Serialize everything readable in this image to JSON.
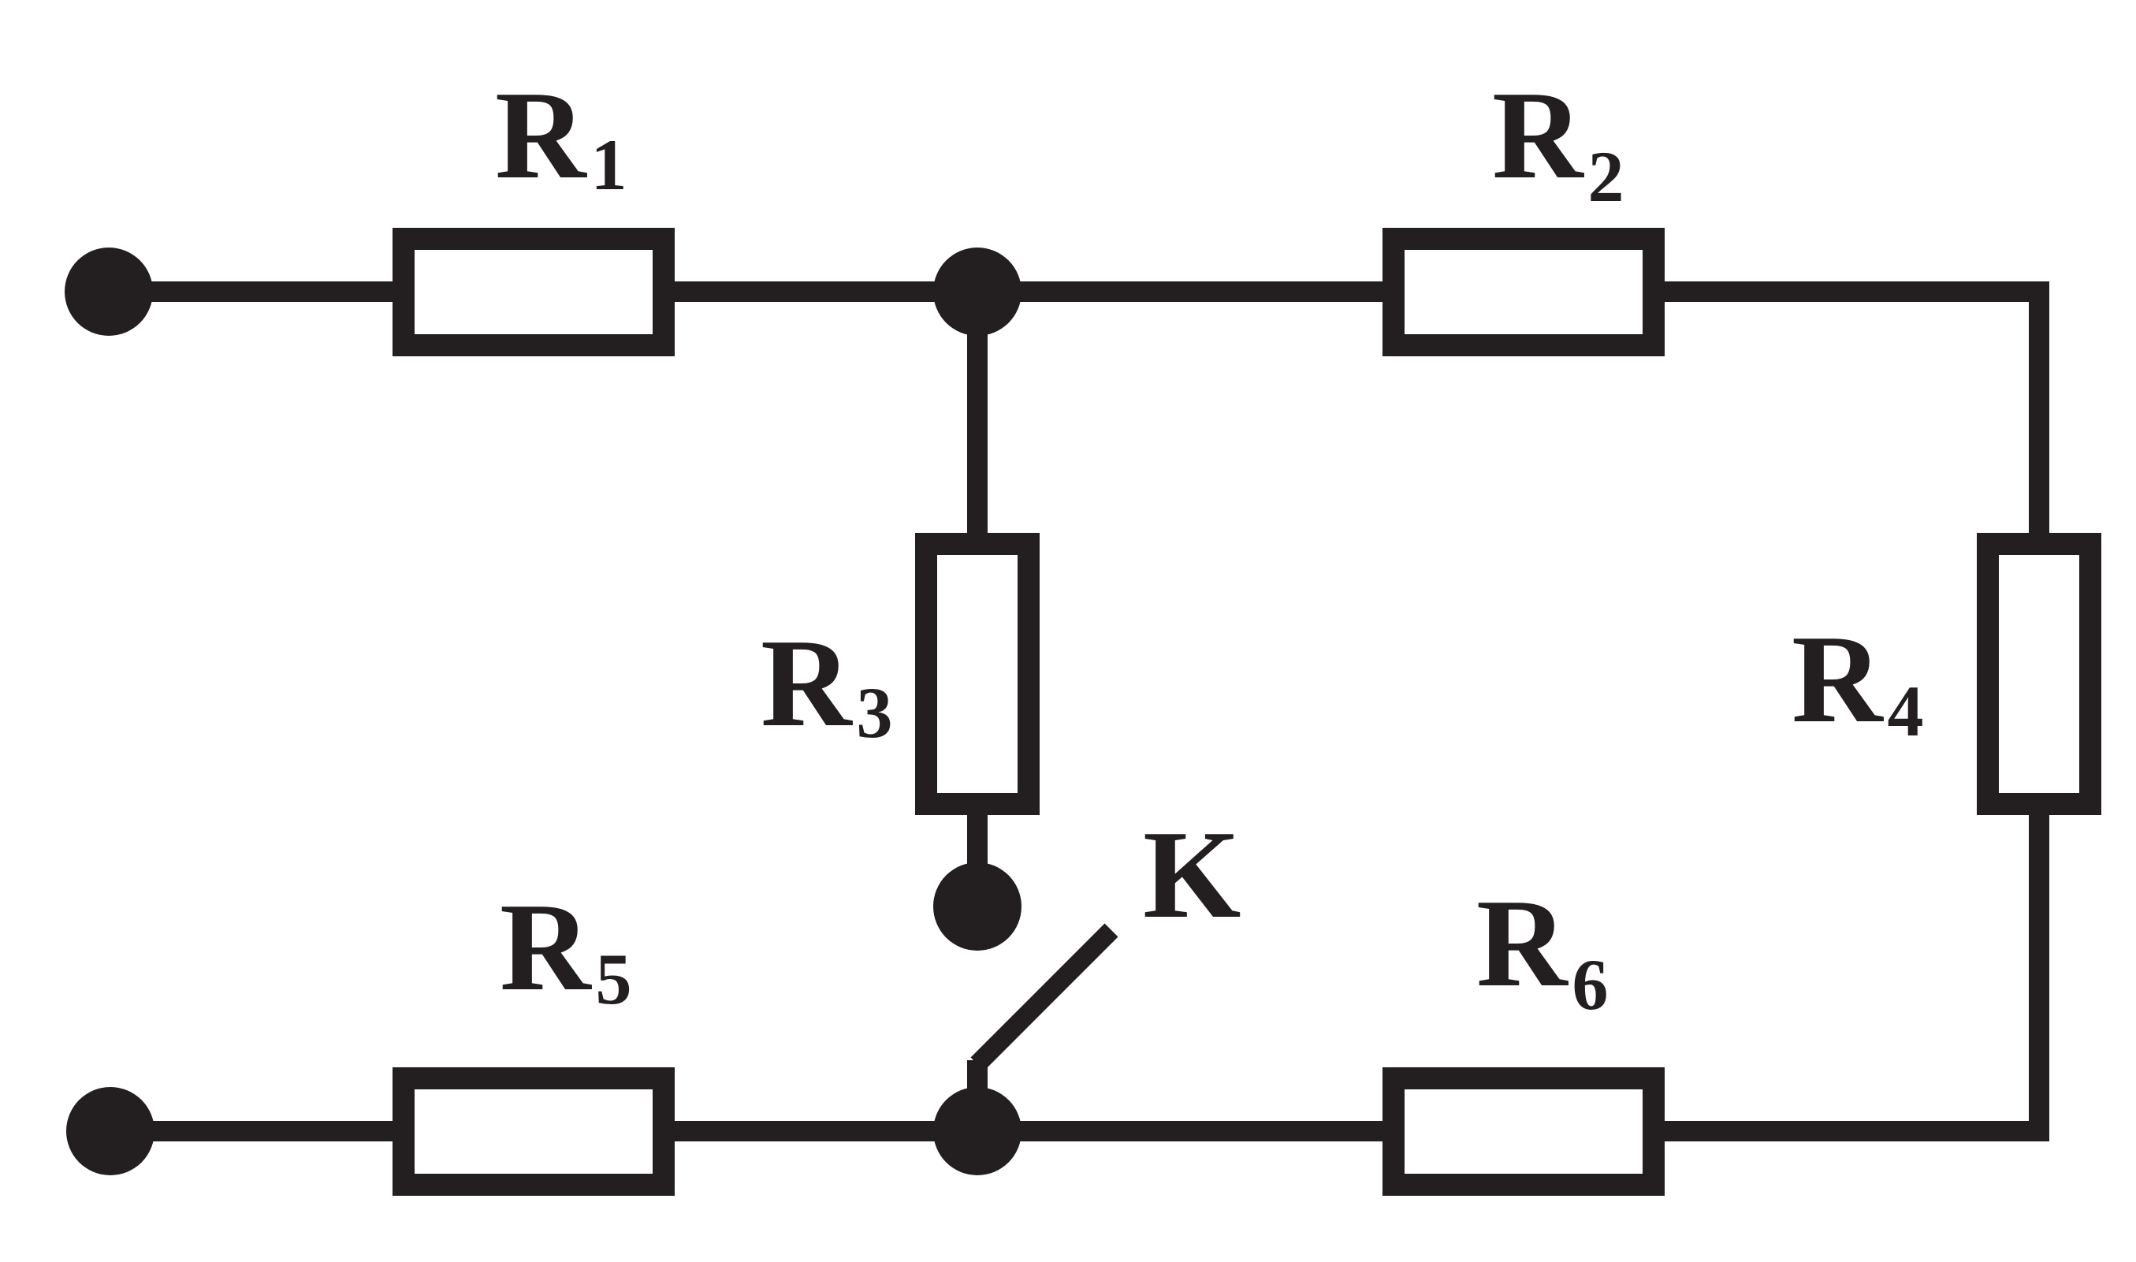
{
  "diagram": {
    "type": "circuit",
    "stroke_color": "#231f20",
    "background": "#ffffff",
    "labels": {
      "r1": {
        "letter": "R",
        "sub": "1"
      },
      "r2": {
        "letter": "R",
        "sub": "2"
      },
      "r3": {
        "letter": "R",
        "sub": "3"
      },
      "r4": {
        "letter": "R",
        "sub": "4"
      },
      "r5": {
        "letter": "R",
        "sub": "5"
      },
      "r6": {
        "letter": "R",
        "sub": "6"
      },
      "switch": "K"
    }
  }
}
